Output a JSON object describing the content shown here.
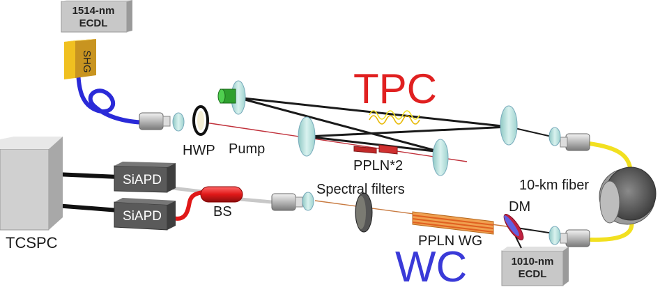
{
  "labels": {
    "ecdl_1514": [
      "1514-nm",
      "ECDL"
    ],
    "shg": "SHG",
    "hwp": "HWP",
    "pump": "Pump",
    "tpc": "TPC",
    "ppln2": "PPLN*2",
    "spectral_filters": "Spectral filters",
    "fiber": "10-km fiber",
    "siapd_top": "SiAPD",
    "siapd_bottom": "SiAPD",
    "bs": "BS",
    "tcspc": "TCSPC",
    "ppln_wg": "PPLN WG",
    "dm": "DM",
    "wc": "WC",
    "ecdl_1010": [
      "1010-nm",
      "ECDL"
    ]
  },
  "colors": {
    "tpc": "#e02020",
    "wc": "#3a3ad8",
    "pump_beam": "#c0303a",
    "fiber_blue": "#2a2ad8",
    "fiber_yellow": "#f2e020",
    "fiber_red": "#e01818",
    "lens": "#bfe3e0",
    "box_gray": "#c8c8c8",
    "apd_dark": "#5a5a5a"
  }
}
